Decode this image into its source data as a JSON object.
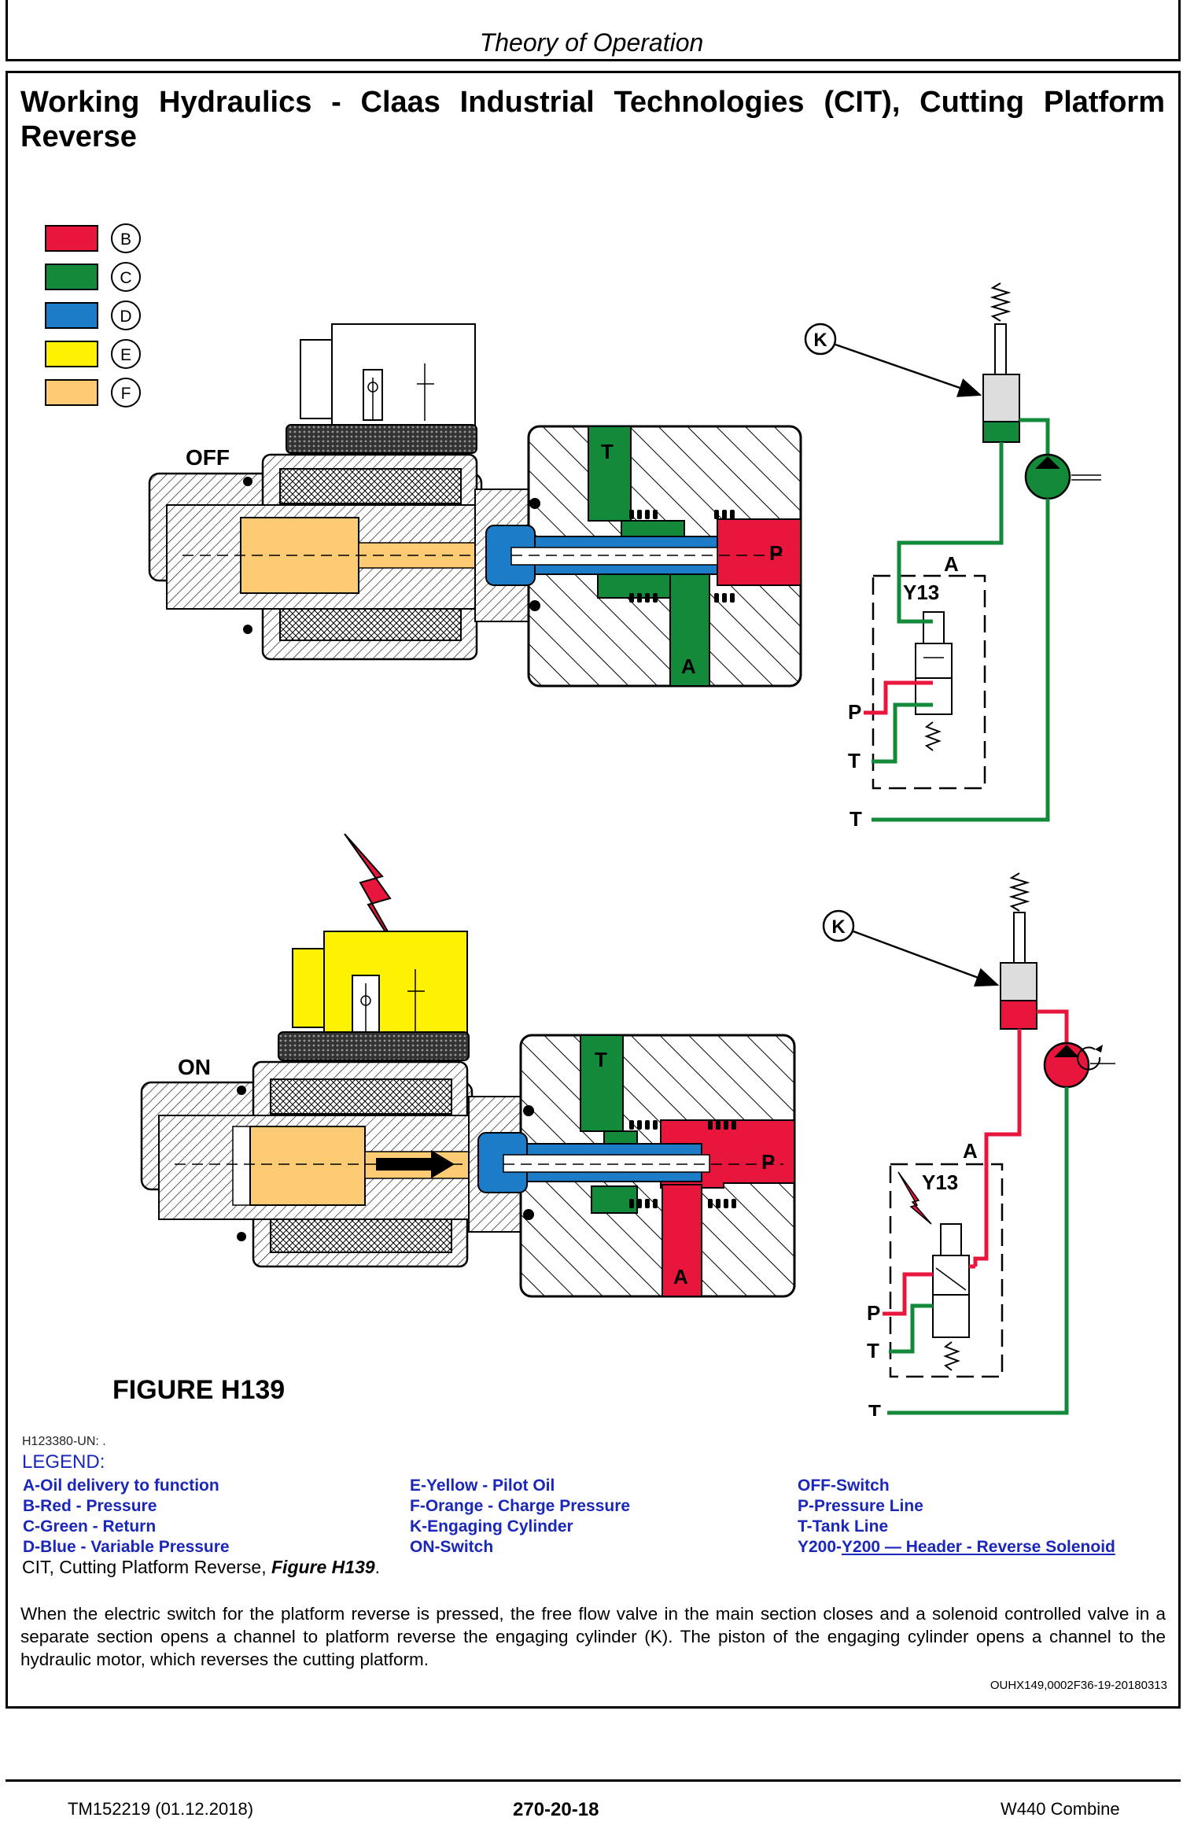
{
  "header": {
    "title": "Theory of Operation"
  },
  "section_title": "Working Hydraulics - Claas Industrial Technologies (CIT), Cutting Platform Reverse",
  "color_key": [
    {
      "letter": "B",
      "color": "#e8163c"
    },
    {
      "letter": "C",
      "color": "#138a3a"
    },
    {
      "letter": "D",
      "color": "#1c7cc8"
    },
    {
      "letter": "E",
      "color": "#fff200"
    },
    {
      "letter": "F",
      "color": "#fccb74"
    }
  ],
  "diagram": {
    "off_label": "OFF",
    "on_label": "ON",
    "port_t": "T",
    "port_p": "P",
    "port_a": "A",
    "k_label": "K",
    "y13_label": "Y13"
  },
  "figure_label": "FIGURE H139",
  "image_id": "H123380-UN: .",
  "legend": {
    "heading": "LEGEND:",
    "col1": [
      "A-Oil delivery to function",
      "B-Red - Pressure",
      "C-Green - Return",
      "D-Blue - Variable Pressure"
    ],
    "col2": [
      "E-Yellow - Pilot Oil",
      "F-Orange - Charge Pressure",
      "K-Engaging Cylinder",
      "ON-Switch"
    ],
    "col3": [
      "OFF-Switch",
      "P-Pressure Line",
      "T-Tank Line"
    ],
    "col3_last_prefix": "Y200-",
    "col3_last_link": "Y200 — Header - Reverse Solenoid"
  },
  "caption_text": "CIT, Cutting Platform Reverse, ",
  "caption_fig": "Figure H139",
  "caption_end": ".",
  "paragraph": "When the electric switch for the platform reverse is pressed, the free flow valve in the main section closes and a solenoid controlled valve in a separate section opens a channel to platform reverse the engaging cylinder (K). The piston of the engaging cylinder opens a channel to the hydraulic motor, which reverses the cutting platform.",
  "doc_ref": "OUHX149,0002F36-19-20180313",
  "footer": {
    "left": "TM152219 (01.12.2018)",
    "center": "270-20-18",
    "right": "W440 Combine"
  }
}
